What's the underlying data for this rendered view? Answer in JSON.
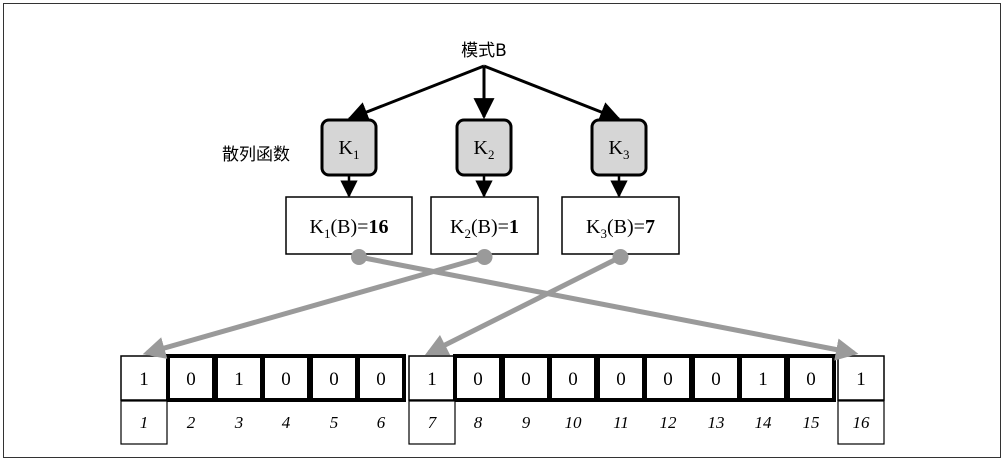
{
  "pattern_label": "模式B",
  "hash_label": "散列函数",
  "hash_functions": [
    {
      "name": "K",
      "sub": "1"
    },
    {
      "name": "K",
      "sub": "2"
    },
    {
      "name": "K",
      "sub": "3"
    }
  ],
  "results": [
    {
      "name": "K",
      "sub": "1",
      "arg": "(B)=",
      "value": "16",
      "target": 16
    },
    {
      "name": "K",
      "sub": "2",
      "arg": "(B)=",
      "value": "1",
      "target": 1
    },
    {
      "name": "K",
      "sub": "3",
      "arg": "(B)=",
      "value": "7",
      "target": 7
    }
  ],
  "bits": [
    "1",
    "0",
    "1",
    "0",
    "0",
    "0",
    "1",
    "0",
    "0",
    "0",
    "0",
    "0",
    "0",
    "1",
    "0",
    "1"
  ],
  "indices": [
    "1",
    "2",
    "3",
    "4",
    "5",
    "6",
    "7",
    "8",
    "9",
    "10",
    "11",
    "12",
    "13",
    "14",
    "15",
    "16"
  ],
  "highlighted": [
    1,
    7,
    16
  ],
  "colors": {
    "hash_fill": "#d6d6d6",
    "arrow": "#9a9a9a",
    "line": "#000000"
  }
}
